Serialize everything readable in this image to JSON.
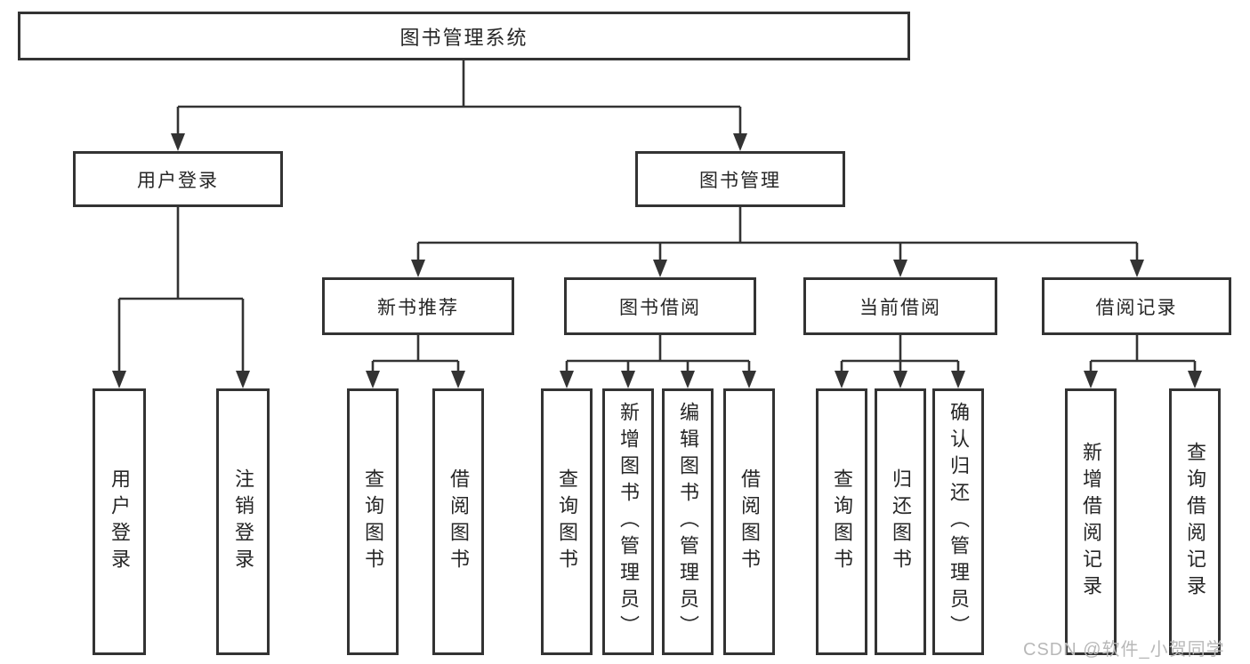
{
  "diagram": {
    "root": {
      "label": "图书管理系统"
    },
    "level2": [
      {
        "label": "用户登录",
        "children": [
          "用户登录",
          "注销登录"
        ]
      },
      {
        "label": "图书管理"
      }
    ],
    "modules": [
      {
        "label": "新书推荐",
        "children": [
          "查询图书",
          "借阅图书"
        ]
      },
      {
        "label": "图书借阅",
        "children": [
          "查询图书",
          "新增图书（管理员）",
          "编辑图书（管理员）",
          "借阅图书"
        ]
      },
      {
        "label": "当前借阅",
        "children": [
          "查询图书",
          "归还图书",
          "确认归还（管理员）"
        ]
      },
      {
        "label": "借阅记录",
        "children": [
          "新增借阅记录",
          "查询借阅记录"
        ]
      }
    ],
    "watermark": "CSDN @软件_小贺同学",
    "colors": {
      "line": "#333333",
      "box_border": "#333333",
      "box_fill": "#ffffff",
      "text": "#262626",
      "watermark": "#b8b8b8"
    }
  }
}
